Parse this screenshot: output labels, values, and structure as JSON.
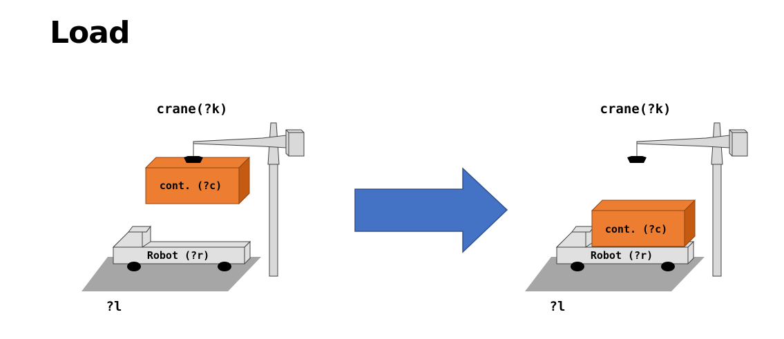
{
  "title": "Load",
  "before": {
    "crane_label": "crane(?k)",
    "container_label": "cont. (?c)",
    "robot_label": "Robot (?r)",
    "location_label": "?l"
  },
  "after": {
    "crane_label": "crane(?k)",
    "container_label": "cont. (?c)",
    "robot_label": "Robot (?r)",
    "location_label": "?l"
  },
  "colors": {
    "container": "#ED7D31",
    "container_dark": "#C55A11",
    "arrow": "#4472C4",
    "arrow_stroke": "#2F528F",
    "robot": "#E0E0E0",
    "ground": "#A6A6A6",
    "crane": "#D9D9D9"
  }
}
